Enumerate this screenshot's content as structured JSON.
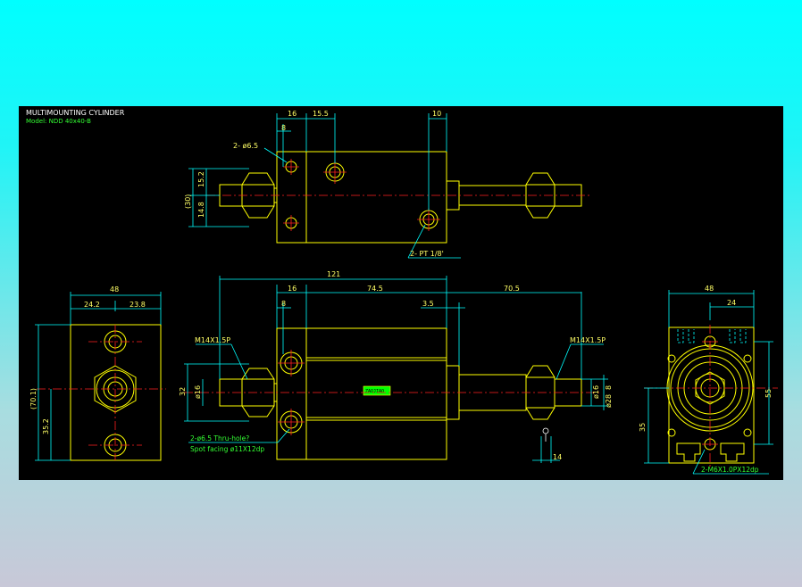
{
  "drawing": {
    "title": "MULTIMOUNTING CYLINDER",
    "model": "Model: NDD 40x40-B",
    "tag": "ZAOJIAO"
  },
  "top_view": {
    "dims": {
      "w16": "16",
      "w15_5": "15.5",
      "w10": "10",
      "w8": "8",
      "h30": "(30)",
      "h15_2": "15.2",
      "h14_8": "14.8"
    },
    "notes": {
      "holes": "2- ø6.5",
      "port": "2- PT 1/8'"
    }
  },
  "front_view": {
    "dims": {
      "overall": "121",
      "w16": "16",
      "w74_5": "74.5",
      "w70_5": "70.5",
      "w8": "8",
      "w3_5": "3.5",
      "h32": "32",
      "d16": "ø16",
      "d28": "ø28",
      "d8": "8",
      "w14": "14"
    },
    "notes": {
      "thread_left": "M14X1.5P",
      "thread_right": "M14X1.5P",
      "holes": "2-ø6.5 Thru-hole?",
      "spot": "Spot facing  ø11X12dp"
    }
  },
  "left_end_view": {
    "dims": {
      "w48": "48",
      "w24_2": "24.2",
      "w23_8": "23.8",
      "h70_1": "(70.1)",
      "h35_2": "35.2"
    }
  },
  "right_end_view": {
    "dims": {
      "w48": "48",
      "w24": "24",
      "h55": "55",
      "h35": "35"
    },
    "notes": {
      "tap": "2-M6X1.0PX12dp"
    }
  }
}
